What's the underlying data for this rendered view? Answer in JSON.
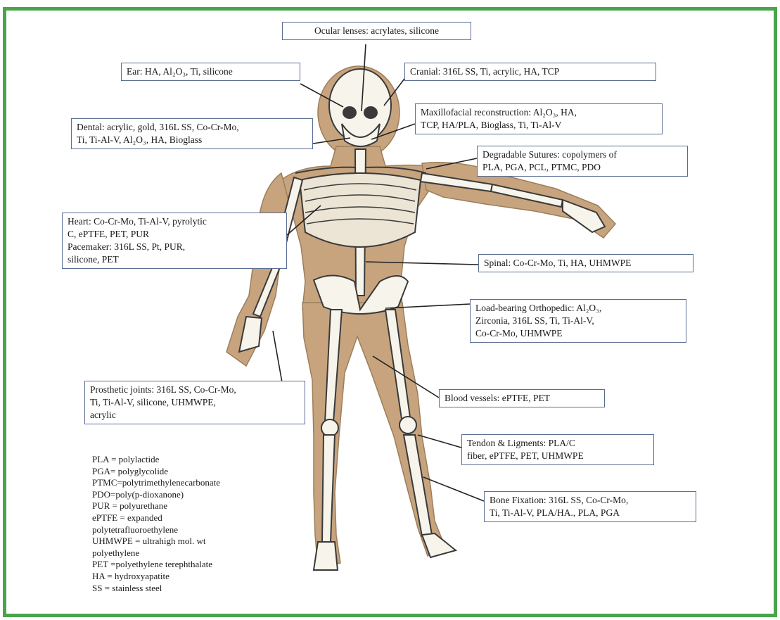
{
  "colors": {
    "border": "#4aa54a",
    "box_border": "#5a6e93",
    "body": "#c7a47e",
    "bone": "#f7f4ec",
    "ink": "#1a1a1a"
  },
  "labels": {
    "ocular": "Ocular lenses: acrylates, silicone",
    "ear": "Ear: HA, Al₂O₃, Ti, silicone",
    "cranial": "Cranial: 316L SS, Ti, acrylic, HA, TCP",
    "dental": "Dental: acrylic, gold, 316L SS, Co-Cr-Mo,\nTi, Ti-Al-V, Al₂O₃, HA, Bioglass",
    "maxillofacial": "Maxillofacial reconstruction: Al₂O₃, HA,\nTCP, HA/PLA, Bioglass, Ti, Ti-Al-V",
    "sutures": "Degradable Sutures: copolymers of\nPLA, PGA, PCL, PTMC, PDO",
    "heart": "Heart: Co-Cr-Mo, Ti-Al-V, pyrolytic\nC, ePTFE, PET, PUR\nPacemaker: 316L SS, Pt, PUR,\nsilicone, PET",
    "spinal": "Spinal: Co-Cr-Mo, Ti, HA, UHMWPE",
    "orthopedic": "Load-bearing Orthopedic: Al₂O₃,\nZirconia, 316L SS, Ti, Ti-Al-V,\nCo-Cr-Mo, UHMWPE",
    "prosthetic": "Prosthetic joints: 316L SS, Co-Cr-Mo,\nTi, Ti-Al-V, silicone, UHMWPE,\nacrylic",
    "vessels": "Blood vessels: ePTFE, PET",
    "tendon": "Tendon & Ligments: PLA/C\nfiber, ePTFE, PET, UHMWPE",
    "fixation": "Bone Fixation: 316L SS, Co-Cr-Mo,\nTi, Ti-Al-V, PLA/HA., PLA, PGA"
  },
  "legend": [
    "PLA = polylactide",
    "PGA= polyglycolide",
    "PTMC=polytrimethylenecarbonate",
    "PDO=poly(p-dioxanone)",
    "PUR = polyurethane",
    "ePTFE = expanded",
    "polytetrafluoroethylene",
    "UHMWPE = ultrahigh mol. wt",
    "polyethylene",
    "PET =polyethylene terephthalate",
    "HA = hydroxyapatite",
    "SS = stainless steel"
  ]
}
